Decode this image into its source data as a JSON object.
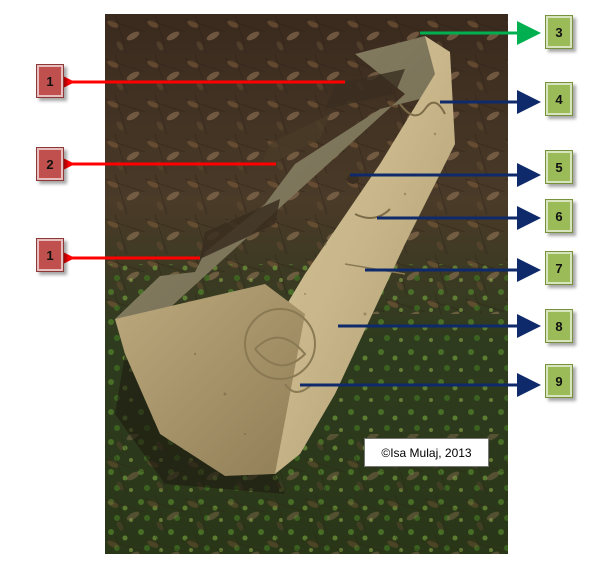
{
  "colors": {
    "red_arrow": "#ff0000",
    "blue_arrow": "#0f2a6b",
    "green_arrow": "#00b050",
    "red_box": "#c0504d",
    "green_box": "#9bbb59"
  },
  "labels": {
    "l1a": "1",
    "l2": "2",
    "l1b": "1",
    "l3": "3",
    "l4": "4",
    "l5": "5",
    "l6": "6",
    "l7": "7",
    "l8": "8",
    "l9": "9"
  },
  "copyright": "©Isa Mulaj, 2013"
}
